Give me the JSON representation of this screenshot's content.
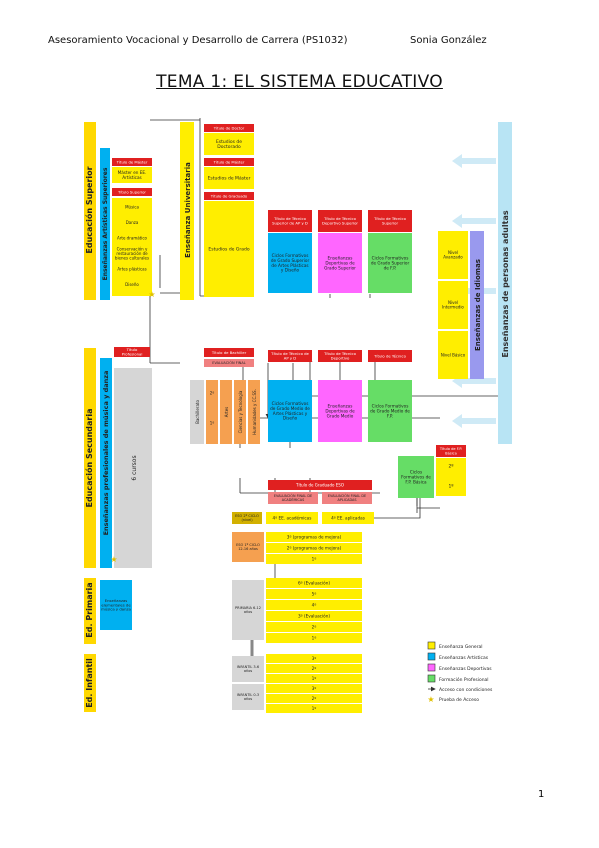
{
  "header": {
    "course": "Asesoramiento Vocacional y Desarrollo de Carrera (PS1032)",
    "author": "Sonia González"
  },
  "title": "TEMA 1: EL SISTEMA EDUCATIVO",
  "page_number": "1",
  "colors": {
    "general": "#ffee00",
    "artistic": "#00b0f0",
    "sport": "#ff66ff",
    "fp": "#66dd66",
    "red": "#e02020",
    "stage_bar": "#ffd800",
    "adult_bar": "#b8e4f4",
    "languages_bar": "#9999ee",
    "grey": "#d6d6d6",
    "orange": "#f5a050"
  },
  "stages": {
    "superior": "Educación Superior",
    "secundaria": "Educación Secundaria",
    "primaria": "Ed. Primaria",
    "infantil": "Ed. Infantil",
    "adultos": "Enseñanzas de personas adultas",
    "idiomas": "Enseñanzas de Idiomas"
  },
  "superior": {
    "artisticas_label": "Enseñanzas Artísticas Superiores",
    "universitaria_label": "Enseñanza Universitaria",
    "titulo_master_art": "Título de Máster",
    "master_art": "Máster en EE. Artísticas",
    "titulo_superior": "Título Superior",
    "artes": [
      "Música",
      "Danza",
      "Arte dramático",
      "Conservación y restauración de bienes culturales",
      "Artes plásticas",
      "Diseño"
    ],
    "titulo_doctor": "Título de Doctor",
    "doctorado": "Estudios de Doctorado",
    "titulo_master": "Título de Máster",
    "master": "Estudios de Máster",
    "titulo_graduado": "Título de Graduado",
    "grado": "Estudios de Grado",
    "ts_artes": "Título de Técnico Superior de AP y D",
    "ts_deportivo": "Título de Técnico Deportivo Superior",
    "ts_fp": "Título de Técnico Superior",
    "cf_artes_sup": "Ciclos Formativos de Grado Superior de Artes Plásticas y Diseño",
    "ed_sup": "Enseñanzas Deportivas de Grado Superior",
    "cf_fp_sup": "Ciclos Formativos de Grado Superior de F.P."
  },
  "idiomas": {
    "avanzado": "Nivel Avanzado",
    "intermedio": "Nivel Intermedio",
    "basico": "Nivel Básico"
  },
  "secundaria": {
    "prof_musica_label": "Enseñanzas profesionales de música y danza",
    "seis_cursos": "6 cursos",
    "titulo_profesional": "Título Profesional",
    "titulo_bachiller": "Título de Bachiller",
    "evaluacion_bach": "EVALUACIÓN FINAL",
    "modalidades": [
      "Bachillerato",
      "Artes",
      "Ciencias y Tecnología",
      "Humanidades y CC.SS."
    ],
    "cursos_bach": [
      "2º",
      "1º"
    ],
    "tm_artes": "Título de Técnico de AP y D",
    "tm_deportivo": "Título de Técnico Deportivo",
    "tm_fp": "Título de Técnico",
    "cf_artes_medio": "Ciclos Formativos de Grado Medio de Artes Plásticas y Diseño",
    "ed_medio": "Enseñanzas Deportivas de Grado Medio",
    "cf_fp_medio": "Ciclos Formativos de Grado Medio de F.P.",
    "titulo_fpb": "Título de F.P. Básica",
    "cf_fpb": "Ciclos Formativos de F.P. Básica",
    "fpb_cursos": [
      "2º",
      "1º"
    ],
    "titulo_graduado_eso": "Título de Graduado ESO",
    "eval_academicas": "EVALUACIÓN FINAL DE ACADÉMICAS",
    "eval_aplicadas": "EVALUACIÓN FINAL DE APLICADAS",
    "eso_4_academicas": "4º EE. académicas",
    "eso_4_aplicadas": "4º EE. aplicadas",
    "eso_side": "ESO 2º CICLO",
    "eso_side_sub": "(nivel)",
    "eso_1ciclo": "ESO 1º CICLO 12-16 años",
    "eso_3": "3º (programas de mejora)",
    "eso_2": "2º (programas de mejora)",
    "eso_1": "1º"
  },
  "primaria": {
    "prof_label": "Enseñanzas elementales de música y danza",
    "side": "PRIMARIA 6-12 años",
    "cursos": [
      "6º (Evaluación)",
      "5º",
      "4º",
      "3º (Evaluación)",
      "2º",
      "1º"
    ]
  },
  "infantil": {
    "segundo": "INFANTIL 3-6 años",
    "primero": "INFANTIL 0-3 años",
    "cursos_2": [
      "3º",
      "2º",
      "1º"
    ],
    "cursos_1": [
      "3º",
      "2º",
      "1º"
    ]
  },
  "legend": [
    {
      "label": "Enseñanza General",
      "color": "#ffee00"
    },
    {
      "label": "Enseñanzas Artísticas",
      "color": "#00b0f0"
    },
    {
      "label": "Enseñanzas Deportivas",
      "color": "#ff66ff"
    },
    {
      "label": "Formación Profesional",
      "color": "#66dd66"
    }
  ],
  "legend_extra": {
    "acceso": "Acceso con condiciones",
    "prueba": "Prueba de Acceso"
  }
}
